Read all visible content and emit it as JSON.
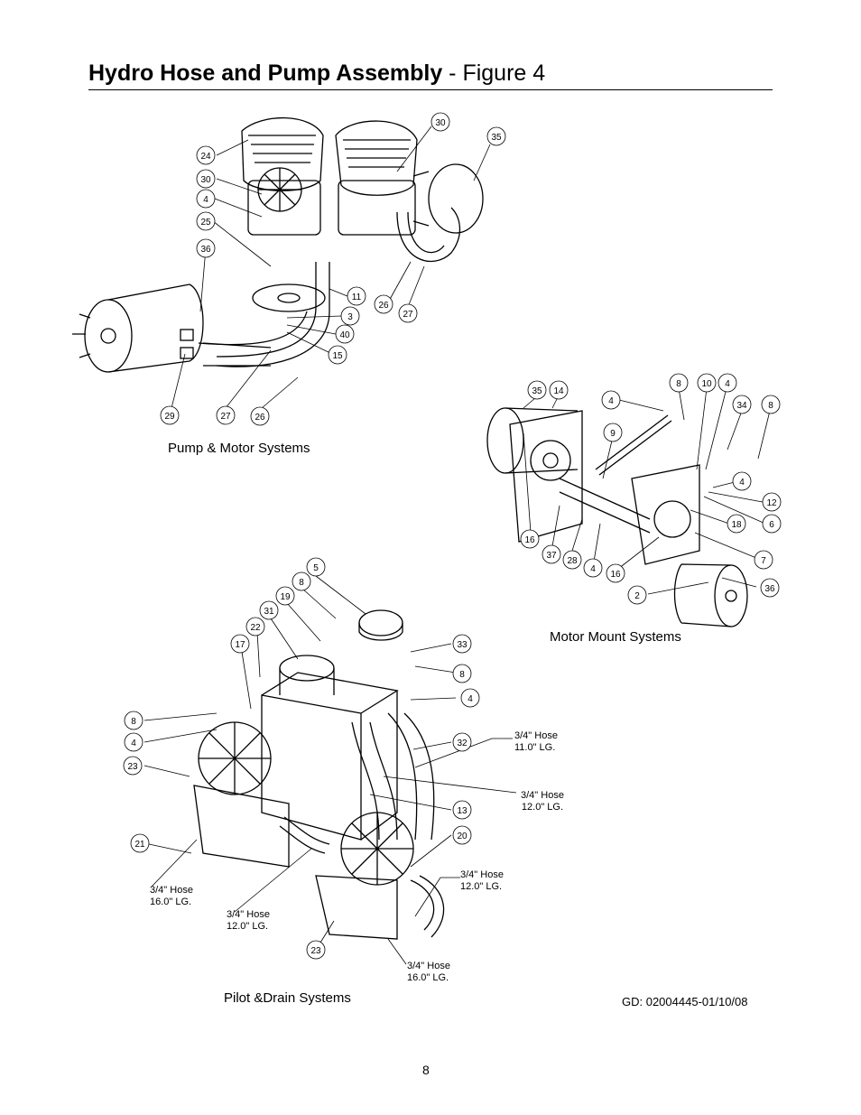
{
  "title_bold": "Hydro Hose and Pump Assembly",
  "title_rest": " - Figure 4",
  "sections": {
    "pump_motor": "Pump & Motor Systems",
    "motor_mount": "Motor Mount Systems",
    "pilot_drain": "Pilot &Drain Systems"
  },
  "hoses": [
    {
      "line1": "3/4\" Hose",
      "line2": "11.0\" LG."
    },
    {
      "line1": "3/4\" Hose",
      "line2": "12.0\" LG."
    },
    {
      "line1": "3/4\" Hose",
      "line2": "16.0\" LG."
    },
    {
      "line1": "3/4\" Hose",
      "line2": "12.0\" LG."
    },
    {
      "line1": "3/4\" Hose",
      "line2": "12.0\" LG."
    },
    {
      "line1": "3/4\" Hose",
      "line2": "16.0\" LG."
    }
  ],
  "doc_code": "GD: 02004445-01/10/08",
  "page_number": "8",
  "callouts": {
    "pump_motor": [
      "24",
      "30",
      "4",
      "25",
      "36",
      "30",
      "35",
      "11",
      "3",
      "40",
      "15",
      "26",
      "27",
      "29",
      "27",
      "26"
    ],
    "motor_mount": [
      "35",
      "14",
      "8",
      "10",
      "4",
      "4",
      "34",
      "8",
      "9",
      "4",
      "12",
      "6",
      "18",
      "7",
      "36",
      "16",
      "37",
      "28",
      "4",
      "16",
      "2"
    ],
    "pilot_drain": [
      "5",
      "8",
      "19",
      "31",
      "22",
      "17",
      "33",
      "8",
      "4",
      "8",
      "4",
      "32",
      "23",
      "13",
      "20",
      "21",
      "23"
    ]
  }
}
